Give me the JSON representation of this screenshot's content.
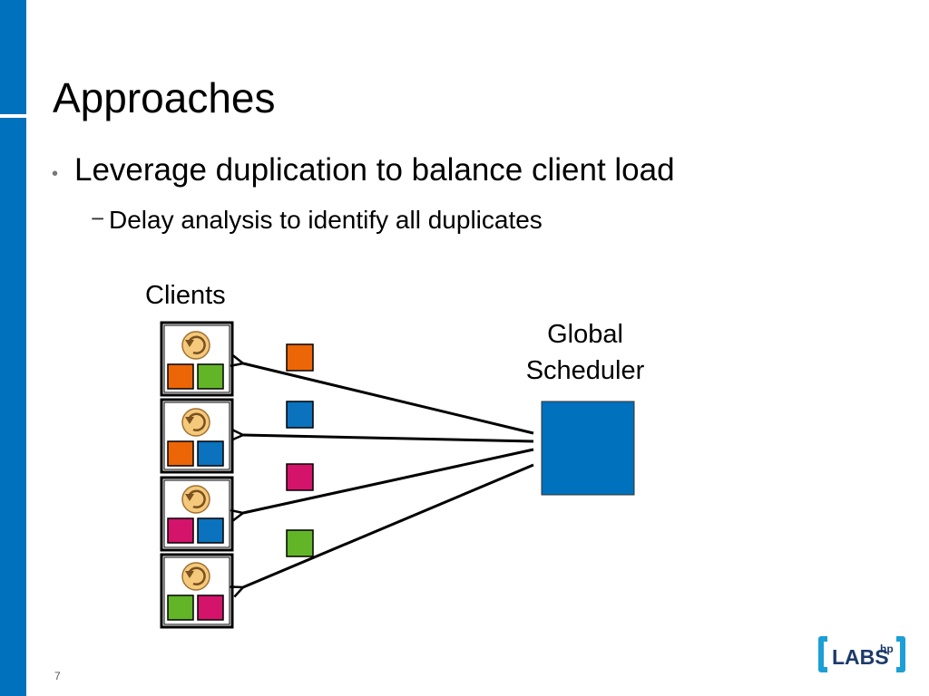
{
  "slide": {
    "title": "Approaches",
    "bullet": "Leverage duplication to balance client load",
    "sub_bullet": "Delay analysis to identify all duplicates",
    "dash": "−",
    "page_number": "7"
  },
  "diagram": {
    "clients_label": "Clients",
    "scheduler_label_line1": "Global",
    "scheduler_label_line2": "Scheduler",
    "colors": {
      "orange": "#ec6607",
      "green": "#63b528",
      "blue": "#0b72bd",
      "magenta": "#d4136b",
      "scheduler": "#0071bc",
      "refresh": "#f5c97b"
    },
    "clients": [
      {
        "left": "orange",
        "right": "green"
      },
      {
        "left": "orange",
        "right": "blue"
      },
      {
        "left": "magenta",
        "right": "blue"
      },
      {
        "left": "green",
        "right": "magenta"
      }
    ],
    "messages": [
      "orange",
      "blue",
      "magenta",
      "green"
    ]
  },
  "logo": {
    "text": "LABS",
    "superscript": "hp"
  }
}
